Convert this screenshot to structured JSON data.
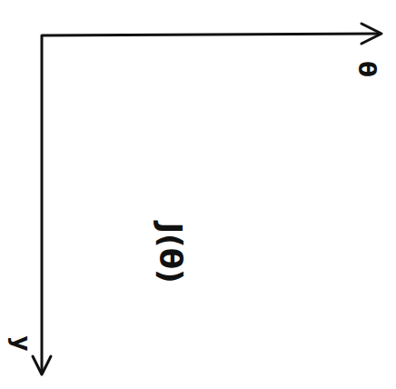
{
  "diagram": {
    "labels": [
      "θ",
      "J(θ)",
      "y"
    ]
  }
}
